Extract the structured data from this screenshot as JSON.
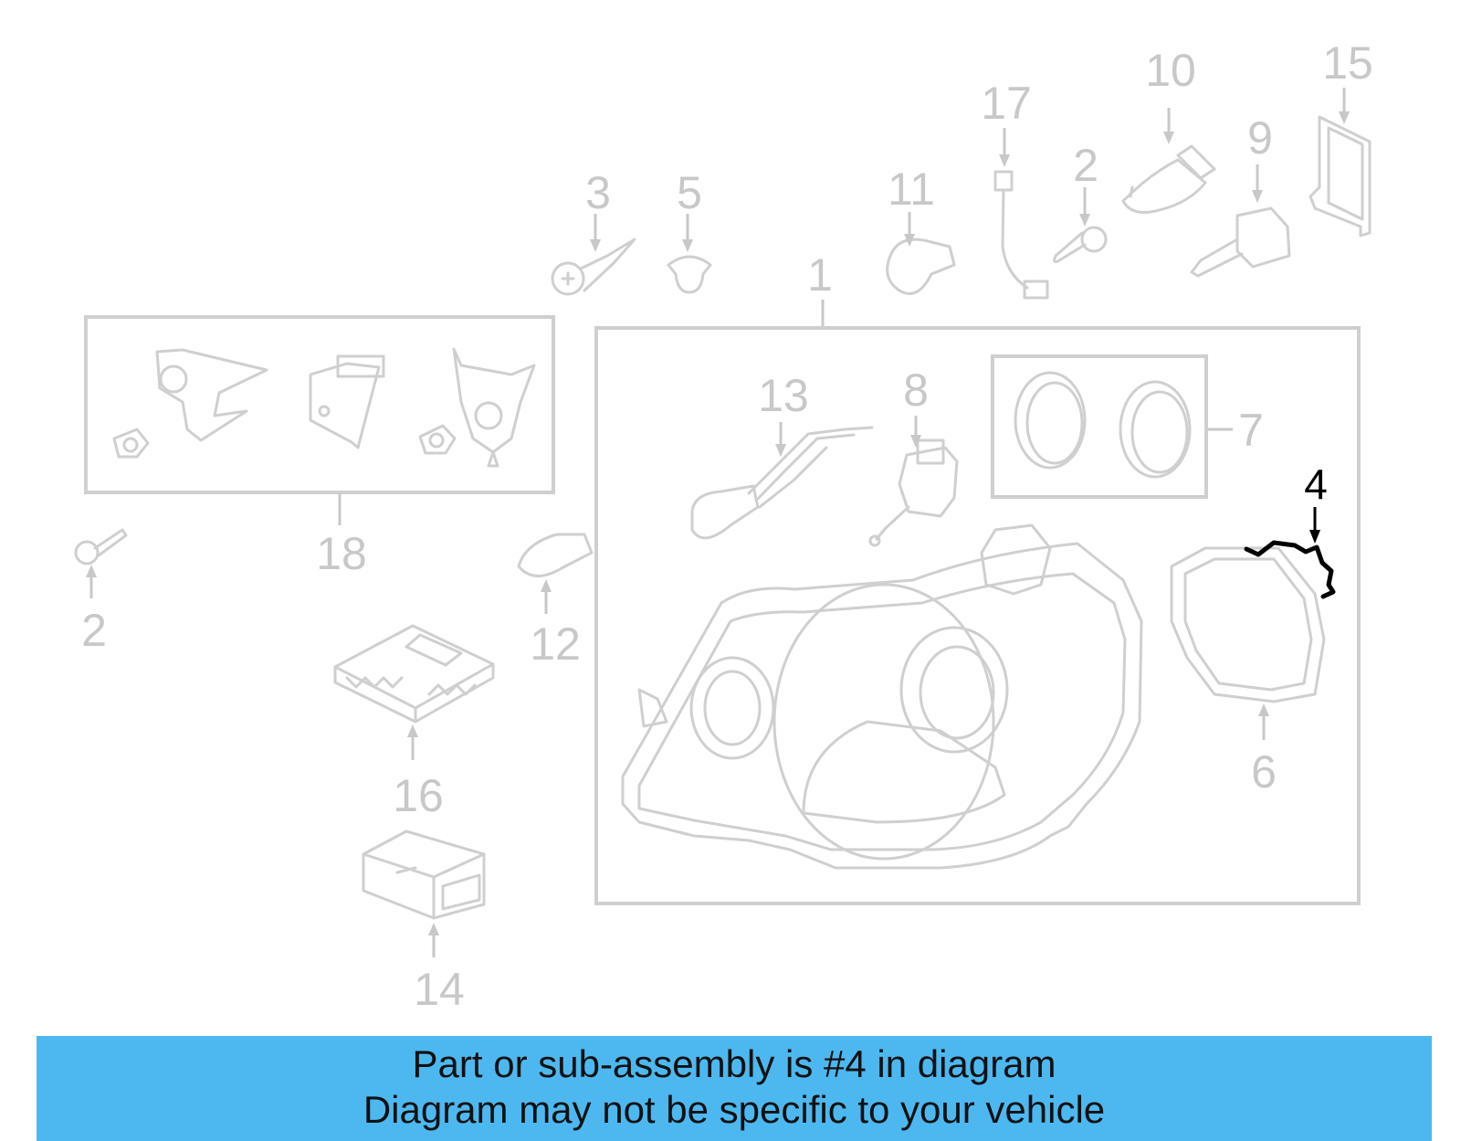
{
  "diagram": {
    "callouts": {
      "c1": "1",
      "c2a": "2",
      "c2b": "2",
      "c3": "3",
      "c4": "4",
      "c5": "5",
      "c6": "6",
      "c7": "7",
      "c8": "8",
      "c9": "9",
      "c10": "10",
      "c11": "11",
      "c12": "12",
      "c13": "13",
      "c14": "14",
      "c15": "15",
      "c16": "16",
      "c17": "17",
      "c18": "18"
    },
    "highlight_color": "#000000",
    "part_color": "#cfcfcf"
  },
  "banner": {
    "line1": "Part or sub-assembly is #4 in diagram",
    "line2": "Diagram may not be specific to your vehicle",
    "background": "#4db8f0"
  }
}
